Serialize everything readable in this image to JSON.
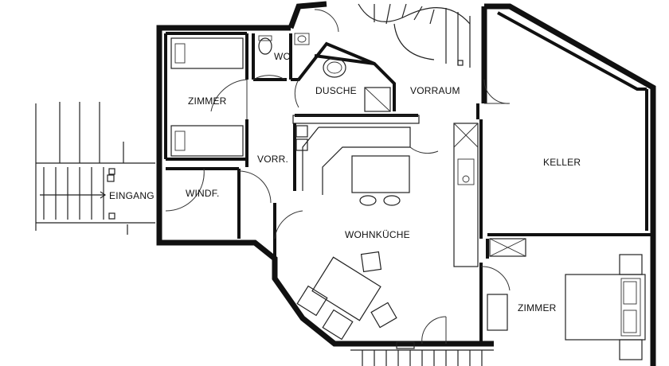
{
  "colors": {
    "ink": "#111111",
    "paper": "#ffffff"
  },
  "rooms": {
    "zimmer_nw": "ZIMMER",
    "wc": "WC",
    "dusche": "DUSCHE",
    "vorraum": "VORRAUM",
    "vorr": "VORR.",
    "keller": "KELLER",
    "eingang": "EINGANG",
    "windf": "WINDF.",
    "wohnkueche": "WOHNKÜCHE",
    "zimmer_se": "ZIMMER"
  }
}
